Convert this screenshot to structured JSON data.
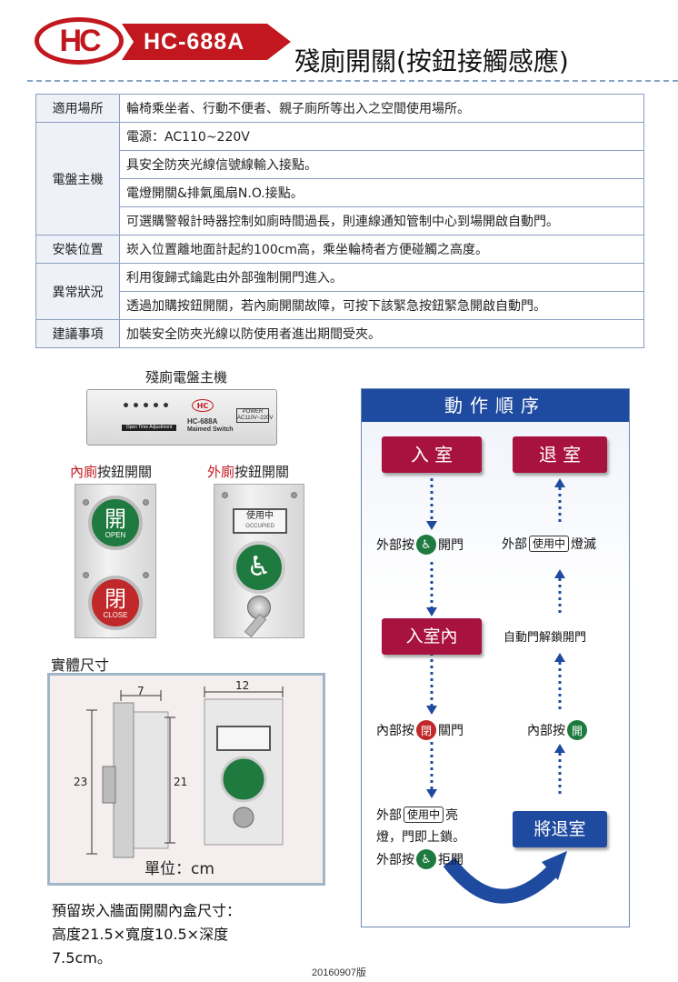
{
  "header": {
    "logo": "HC",
    "model": "HC-688A",
    "title": "殘廁開關(按鈕接觸感應)"
  },
  "spec_table": [
    {
      "category": "適用場所",
      "items": [
        "輪椅乘坐者、行動不便者、親子廁所等出入之空間使用場所。"
      ]
    },
    {
      "category": "電盤主機",
      "items": [
        "電源：AC110~220V",
        "具安全防夾光線信號線輸入接點。",
        "電燈開關&排氣風扇N.O.接點。",
        "可選購警報計時器控制如廁時間過長，則連線通知管制中心到場開啟自動門。"
      ]
    },
    {
      "category": "安裝位置",
      "items": [
        "崁入位置離地面計起約100cm高，乘坐輪椅者方便碰觸之高度。"
      ]
    },
    {
      "category": "異常狀況",
      "items": [
        "利用復歸式鑰匙由外部強制開門進入。",
        "透過加購按鈕開關，若內廁開關故障，可按下該緊急按鈕緊急開啟自動門。"
      ]
    },
    {
      "category": "建議事項",
      "items": [
        "加裝安全防夾光線以防使用者進出期間受夾。"
      ]
    }
  ],
  "products": {
    "main_unit_label": "殘廁電盤主機",
    "main_unit": {
      "logo": "HC",
      "model": "HC-688A",
      "subtitle": "Maimed Switch",
      "power": "POWER",
      "power_spec": "AC110V~220V",
      "bar": "Open Time Adjustment"
    },
    "inner_label_red": "內廁",
    "inner_label_rest": "按鈕開關",
    "outer_label_red": "外廁",
    "outer_label_rest": "按鈕開關",
    "open_glyph": "開",
    "open_en": "OPEN",
    "close_glyph": "閉",
    "close_en": "CLOSE",
    "occupied": "使用中",
    "occupied_en": "OCCUPIED",
    "dims_label": "實體尺寸",
    "dim_7": "7",
    "dim_12": "12",
    "dim_23": "23",
    "dim_21": "21",
    "unit": "單位：cm",
    "reserve_line1": "預留崁入牆面開關內盒尺寸：",
    "reserve_line2": "高度21.5×寬度10.5×深度",
    "reserve_line3": "7.5cm。"
  },
  "flow": {
    "title": "動作順序",
    "enter": "入 室",
    "exit": "退 室",
    "ext_press": "外部按",
    "open_door": "開門",
    "ext": "外部",
    "occupied": "使用中",
    "light_off": "燈滅",
    "in_room": "入室內",
    "auto_unlock": "自動門解鎖開門",
    "int_press": "內部按",
    "close_door": "關門",
    "close_icon": "閉",
    "open_icon": "開",
    "lit": "亮",
    "locked": "燈，門即上鎖。",
    "refuse": "拒開",
    "to_exit": "將退室"
  },
  "version": "20160907版",
  "colors": {
    "brand_red": "#c2171e",
    "flow_blue": "#1e4aa0",
    "pill_red": "#a8123e",
    "green": "#1f7a3f"
  }
}
